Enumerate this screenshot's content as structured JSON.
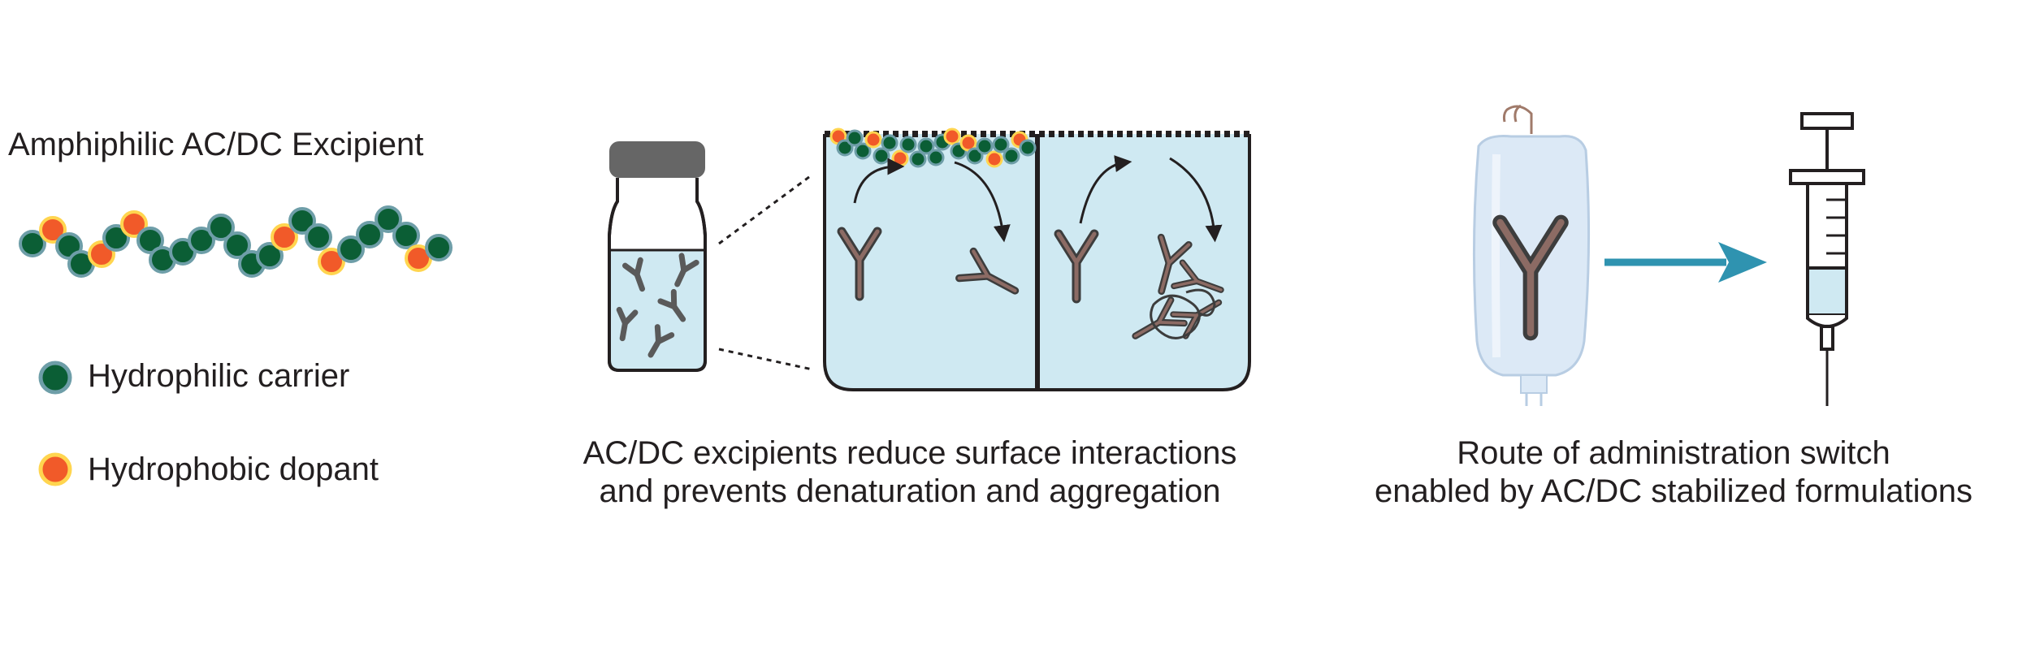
{
  "left_panel": {
    "title": "Amphiphilic AC/DC Excipient",
    "legend": [
      {
        "label": "Hydrophilic carrier",
        "icon": "hydrophilic-bead-icon",
        "fill": "#0b5e35",
        "ring": "#6e9ea8"
      },
      {
        "label": "Hydrophobic dopant",
        "icon": "hydrophobic-bead-icon",
        "fill": "#f15a29",
        "ring": "#ffd54f"
      }
    ]
  },
  "middle_panel": {
    "caption_line1": "AC/DC excipients reduce surface interactions",
    "caption_line2": "and prevents denaturation and aggregation"
  },
  "right_panel": {
    "caption_line1": "Route of administration switch",
    "caption_line2": "enabled by AC/DC stabilized formulations"
  },
  "colors": {
    "solution": "#cfe9f2",
    "vial_cap": "#666666",
    "antibody_fill": "#8c6b64",
    "antibody_outline": "#3d3d3d",
    "arrow_teal": "#2f93b0",
    "outline": "#231f20"
  }
}
